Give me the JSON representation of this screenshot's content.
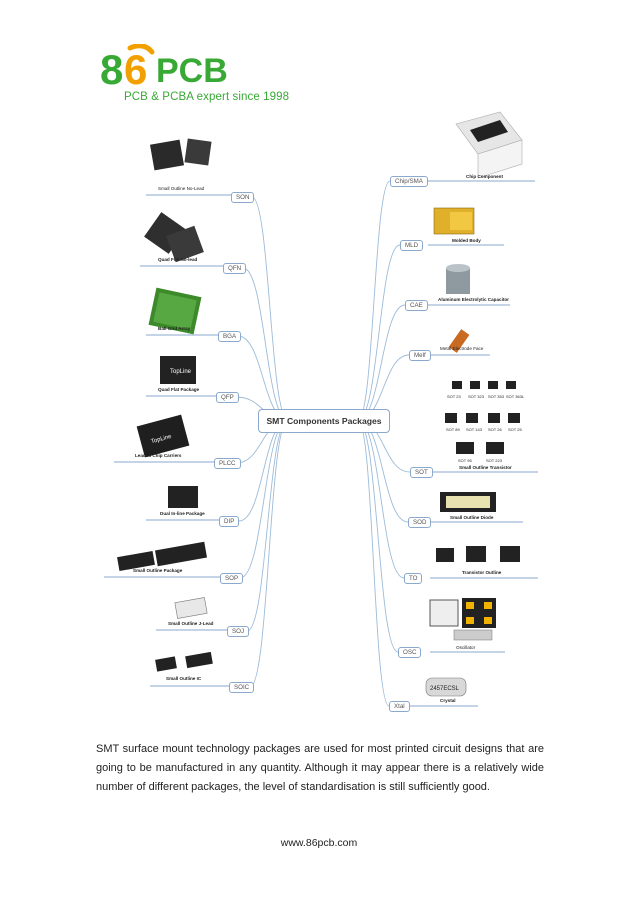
{
  "logo": {
    "brand": "86PCB",
    "tagline": "PCB & PCBA expert since 1998",
    "colors": {
      "green": "#39a935",
      "orange": "#f2a000"
    }
  },
  "mindmap": {
    "center": "SMT Components Packages",
    "left_nodes": [
      {
        "label": "SON",
        "caption": "Small Outline No-Lead"
      },
      {
        "label": "QFN",
        "caption": "Quad Flat No-lead"
      },
      {
        "label": "BGA",
        "caption": "Ball Grid Array"
      },
      {
        "label": "QFP",
        "caption": "Quad Flat Package"
      },
      {
        "label": "PLCC",
        "caption": "Leaded Chip Carriers"
      },
      {
        "label": "DIP",
        "caption": "Dual In-line Package"
      },
      {
        "label": "SOP",
        "caption": "Small Outline Package"
      },
      {
        "label": "SOJ",
        "caption": "Small Outline J-Lead"
      },
      {
        "label": "SOIC",
        "caption": "Small Outline IC"
      }
    ],
    "right_nodes": [
      {
        "label": "Chip/SMA",
        "caption": "Chip Component"
      },
      {
        "label": "MLD",
        "caption": "Molded Body"
      },
      {
        "label": "CAE",
        "caption": "Aluminum Electrolytic Capacitor"
      },
      {
        "label": "Melf",
        "caption": "Metal Electrode Face"
      },
      {
        "label": "SOT",
        "caption": "Small Outline Transistor"
      },
      {
        "label": "SOD",
        "caption": "Small Outline Diode"
      },
      {
        "label": "TO",
        "caption": "Transistor Outline"
      },
      {
        "label": "OSC",
        "caption": "Oscillator"
      },
      {
        "label": "Xtal",
        "caption": "Crystal"
      }
    ],
    "sot_labels": {
      "row1": [
        "SOT 23",
        "SOT 323",
        "SOT 353",
        "SOT 363L"
      ],
      "row2": [
        "SOT 89",
        "SOT 143",
        "SOT 26",
        "SOT 25"
      ],
      "row3": [
        "SOT 95",
        "SOT 223"
      ]
    },
    "crystal_marking": "2457ECSL",
    "chip_marking": "TopLine"
  },
  "body_text": "SMT surface mount technology packages are used for most printed circuit designs that are going to be manufactured in any quantity. Although it may appear there is a relatively wide number of different packages, the level of standardisation is still sufficiently good.",
  "footer": "www.86pcb.com"
}
